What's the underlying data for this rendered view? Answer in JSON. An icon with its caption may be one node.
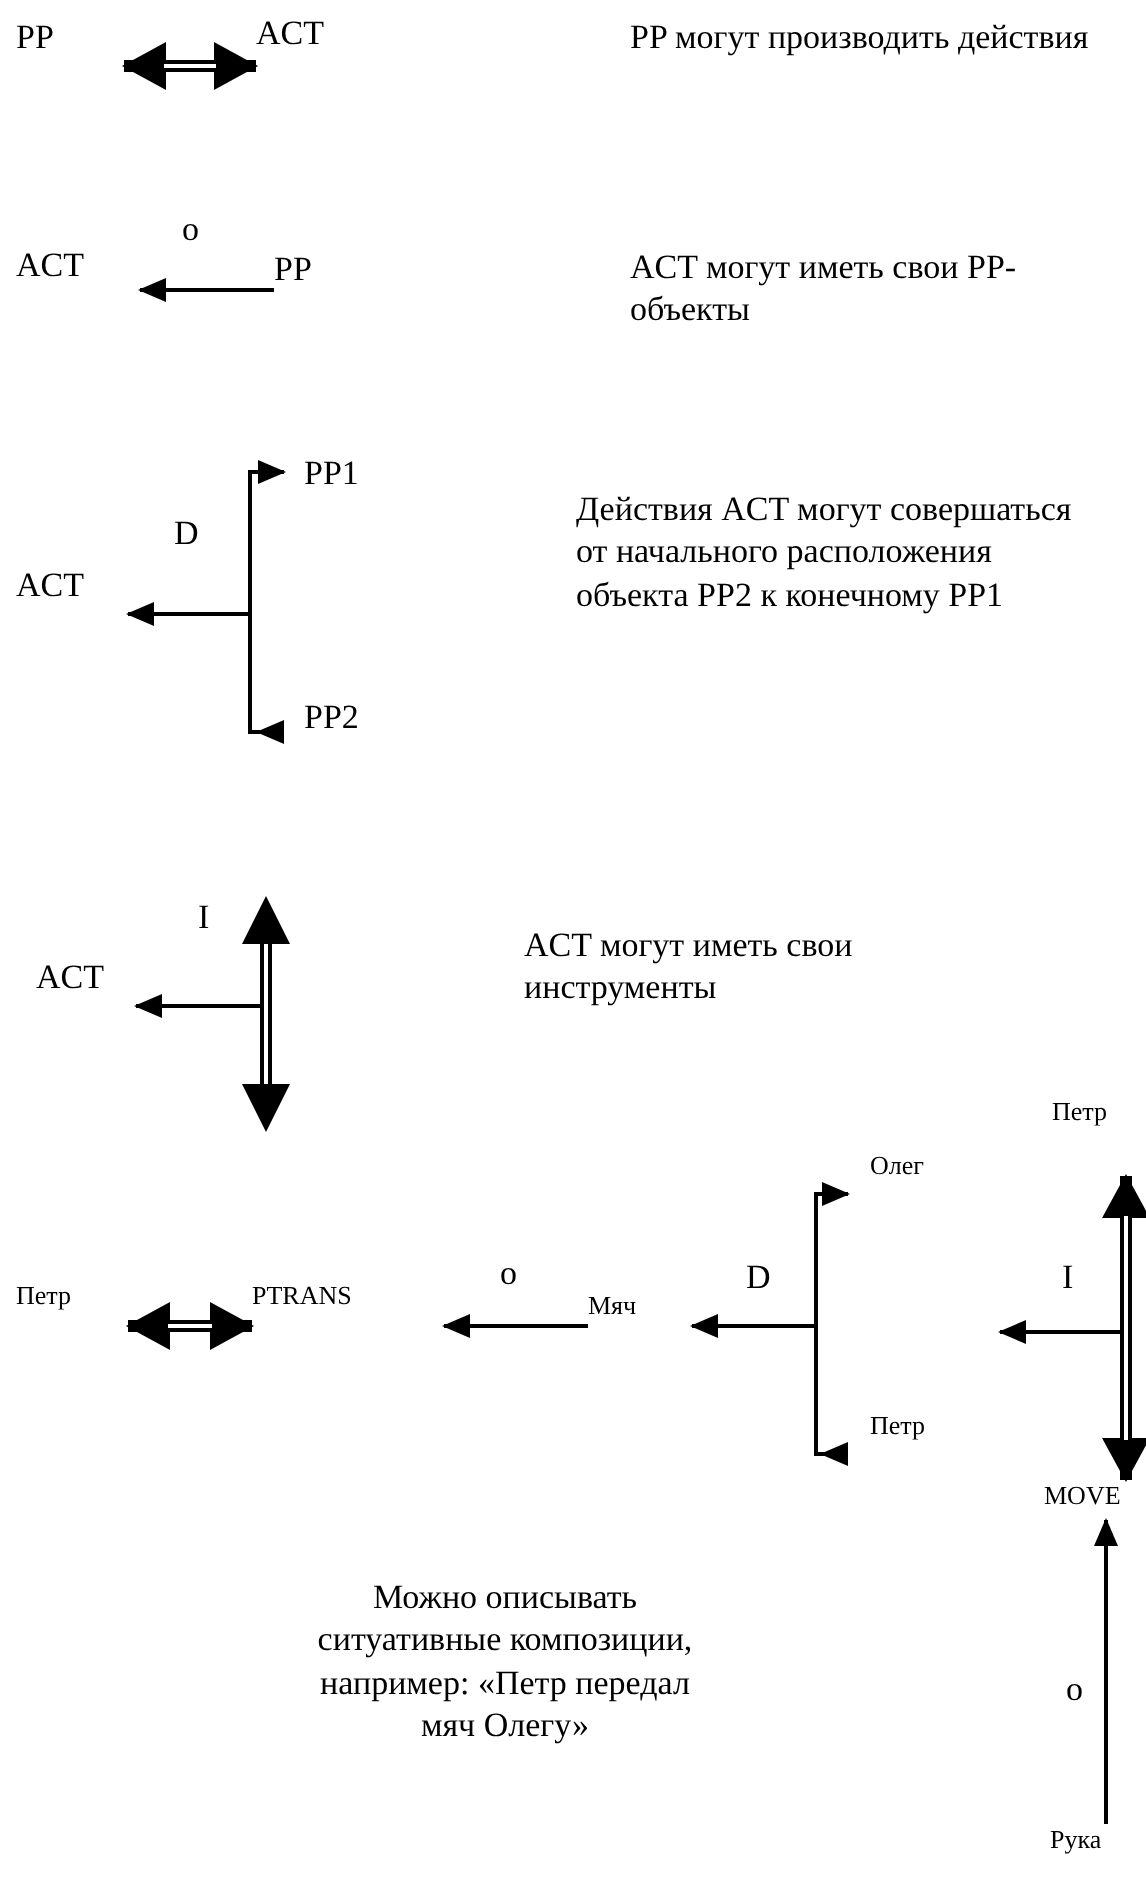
{
  "diagram": {
    "nodes": [
      {
        "text": [
          "PP"
        ]
      },
      {
        "text": [
          "ACT"
        ]
      },
      {
        "text": [
          "ACT"
        ]
      },
      {
        "text": [
          "PP"
        ]
      },
      {
        "text": [
          "PP1"
        ]
      },
      {
        "text": [
          "ACT"
        ]
      },
      {
        "text": [
          "PP2"
        ]
      },
      {
        "text": [
          "ACT"
        ]
      },
      {
        "text": [
          "Петр"
        ]
      },
      {
        "text": [
          "Олег"
        ]
      },
      {
        "text": [
          "Петр"
        ]
      },
      {
        "text": [
          "PTRANS"
        ]
      },
      {
        "text": [
          "Мяч"
        ]
      },
      {
        "text": [
          "Петр"
        ]
      },
      {
        "text": [
          "MOVE"
        ]
      },
      {
        "text": [
          "Рука"
        ]
      }
    ],
    "edges": [
      {
        "from": 0,
        "to": 1,
        "arrow": "both",
        "style": "thick"
      },
      {
        "from": 3,
        "to": 2,
        "arrow": "to",
        "label": "o"
      },
      {
        "from": 6,
        "to": 4,
        "arrow": "to"
      },
      {
        "from": 6,
        "to": 5,
        "arrow": "to",
        "label": "D"
      },
      {
        "from": null,
        "to": 7,
        "arrow": "to",
        "label": "I"
      },
      {
        "from": 10,
        "to": 11,
        "arrow": "both",
        "style": "thick"
      },
      {
        "from": 12,
        "to": 11,
        "arrow": "to",
        "label": "o"
      },
      {
        "from": 13,
        "to": 9,
        "arrow": "to"
      },
      {
        "from": 13,
        "to": 12,
        "arrow": "to",
        "label": "D"
      },
      {
        "from": 8,
        "to": 14,
        "arrow": "both",
        "style": "thick"
      },
      {
        "from": 14,
        "to": null,
        "arrow": "to",
        "label": "I"
      },
      {
        "from": 15,
        "to": 14,
        "arrow": "to",
        "label": "o"
      }
    ],
    "labels": [
      "PP могут производить действия",
      "ACT могут иметь свои PP-объекты",
      "Действия ACT могут совершаться от начального расположения объекта PP2 к конечному PP1",
      "ACT могут иметь свои инструменты",
      "Можно описывать ситуативные композиции, например: «Петр передал мяч Олегу»"
    ]
  }
}
